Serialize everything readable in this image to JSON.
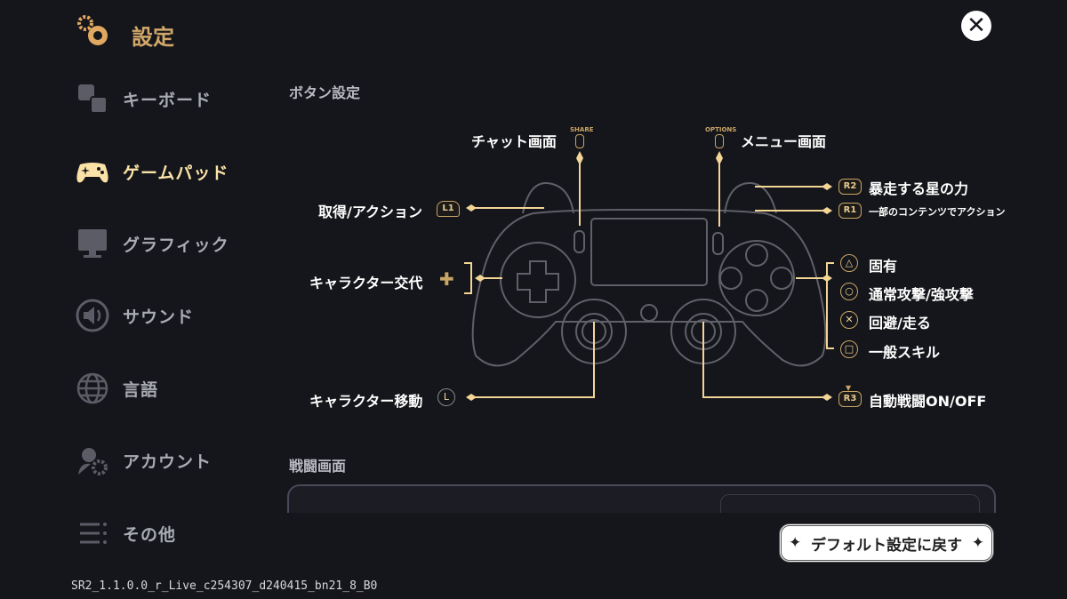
{
  "header": {
    "title": "設定",
    "close_icon": "close-icon"
  },
  "sidebar": {
    "items": [
      {
        "label": "キーボード",
        "icon": "keyboard-icon"
      },
      {
        "label": "ゲームパッド",
        "icon": "gamepad-icon",
        "active": true
      },
      {
        "label": "グラフィック",
        "icon": "monitor-icon"
      },
      {
        "label": "サウンド",
        "icon": "speaker-icon"
      },
      {
        "label": "言語",
        "icon": "globe-icon"
      },
      {
        "label": "アカウント",
        "icon": "account-icon"
      },
      {
        "label": "その他",
        "icon": "menu-icon"
      }
    ]
  },
  "main": {
    "section1": "ボタン設定",
    "section2": "戦闘画面",
    "controller": {
      "share_label": "SHARE",
      "options_label": "OPTIONS",
      "share": "チャット画面",
      "options": "メニュー画面",
      "l1_badge": "L1",
      "l1": "取得/アクション",
      "dpad": "キャラクター交代",
      "l_badge": "L",
      "lstick": "キャラクター移動",
      "r2_badge": "R2",
      "r2": "暴走する星の力",
      "r1_badge": "R1",
      "r1": "一部のコンテンツでアクション",
      "triangle": "固有",
      "circle": "通常攻撃/強攻撃",
      "cross": "回避/走る",
      "square": "一般スキル",
      "r3_badge": "R3",
      "r3": "自動戦闘ON/OFF"
    },
    "reset_button": "デフォルト設定に戻す"
  },
  "footer": {
    "version": "SR2_1.1.0.0_r_Live_c254307_d240415_bn21_8_B0"
  },
  "colors": {
    "background": "#15161b",
    "gold": "#f3d596",
    "title_gold": "#d2a86a"
  }
}
